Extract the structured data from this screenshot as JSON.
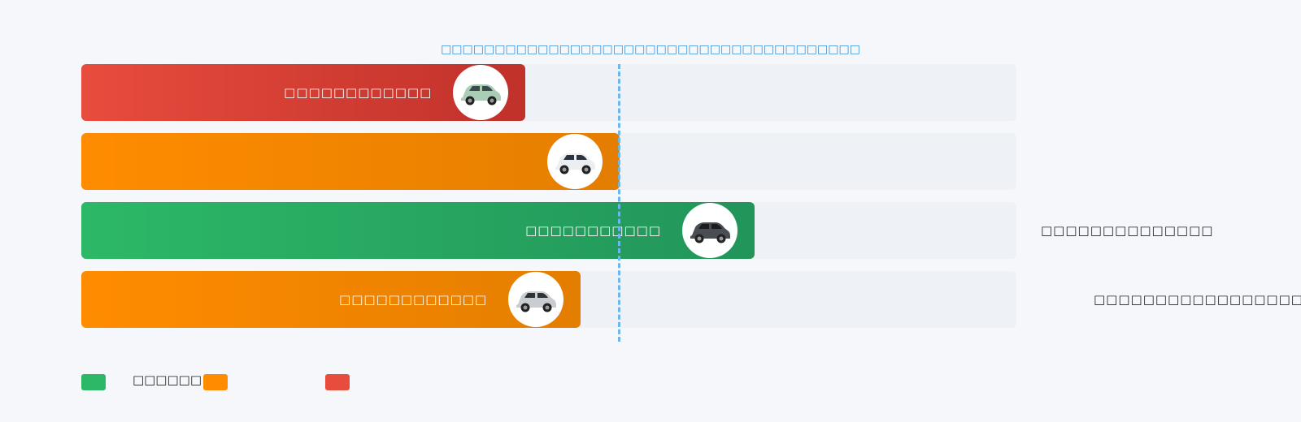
{
  "chart_data": {
    "type": "bar",
    "orientation": "horizontal",
    "reference_label": "□□□□□□□□□□□□□□□□□□□□□□□□□□□□□□□□□□□□□□□",
    "reference_value": 0.575,
    "categories": [
      "□□□□□□□□□□□□",
      "",
      "□□□□□□□□□□□",
      "□□□□□□□□□□□□"
    ],
    "values": [
      0.475,
      0.576,
      0.72,
      0.534
    ],
    "colors": [
      "#e84c3d",
      "#ff8c00",
      "#2cb867",
      "#ff8c00"
    ],
    "thumbnails": [
      "car-icon-mini-mint",
      "car-icon-suv-white",
      "car-icon-hatch-dark",
      "car-icon-suv-silver"
    ],
    "side_labels": [
      "",
      "",
      "□□□□□□□□□□□□□□",
      "□□□□□□□□□□□□□□□□□□□□"
    ],
    "xlim": [
      0,
      1
    ],
    "legend": [
      {
        "color": "#2cb867",
        "label": ""
      },
      {
        "color": "#ff8c00",
        "label": "□□□□□□"
      },
      {
        "color": "#e84c3d",
        "label": ""
      }
    ]
  }
}
